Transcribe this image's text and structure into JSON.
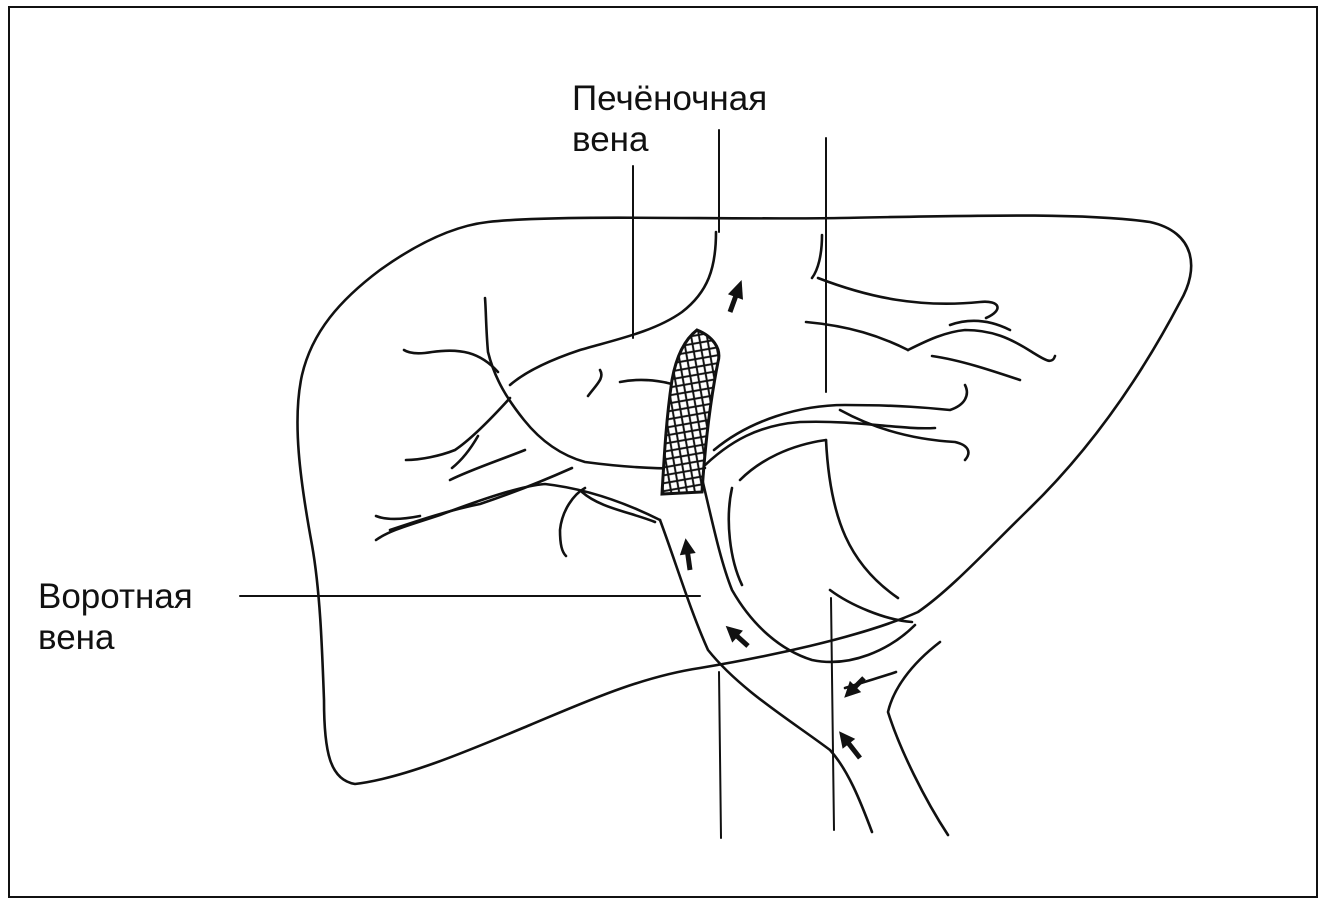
{
  "labels": {
    "hepatic_vein": [
      "Печёночная",
      "вена"
    ],
    "portal_vein": [
      "Воротная",
      "вена"
    ]
  },
  "colors": {
    "ink": "#111111",
    "background": "#ffffff"
  }
}
